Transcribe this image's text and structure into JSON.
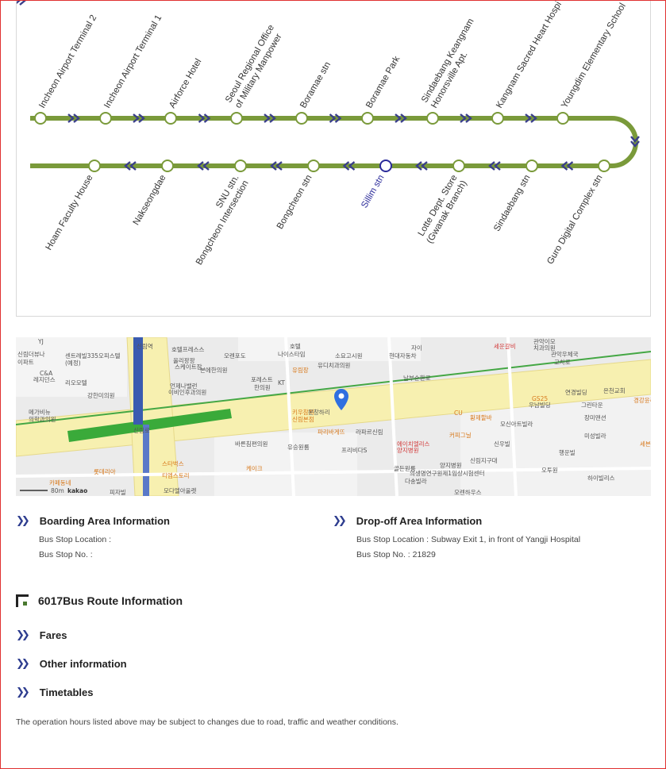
{
  "route": {
    "line_color": "#7a9a3a",
    "arrow_color": "#3a3f8a",
    "current_stop_color": "#2b2b9a",
    "top_stops": [
      "Incheon Airport Terminal 2",
      "Incheon Airport Terminal 1",
      "Airforce Hotel",
      "Seoul Regional Office|of Military Manpower",
      "Boramae stn",
      "Boramae Park",
      "Sindaebang Keangnam|Honorsville Apt.",
      "Kangnam Sacred Heart Hospi",
      "Youngdim Elementary School"
    ],
    "bottom_stops": [
      "Hoam Faculty House",
      "Nakseongdae",
      "SNU stn.|Bongcheon Intersection",
      "Bongcheon stn",
      "Sillim stn",
      "Lotte Dept. Store|(Gwanak Branch)",
      "Sindaebang stn",
      "Guro Digital Complex stn"
    ],
    "current_stop": "Sillim stn"
  },
  "map": {
    "labels": [
      {
        "t": "YJ",
        "c": ""
      },
      {
        "t": "신림더뷰나",
        "c": ""
      },
      {
        "t": "이파트",
        "c": ""
      },
      {
        "t": "센트레빌335오피스텔",
        "c": ""
      },
      {
        "t": "(예정)",
        "c": ""
      },
      {
        "t": "C&A",
        "c": ""
      },
      {
        "t": "레지던스",
        "c": ""
      },
      {
        "t": "리오모텔",
        "c": ""
      },
      {
        "t": "강한미의원",
        "c": ""
      },
      {
        "t": "메가비뉴",
        "c": ""
      },
      {
        "t": "의학과의원",
        "c": ""
      },
      {
        "t": "호텔프레스스",
        "c": ""
      },
      {
        "t": "올리팡팡",
        "c": ""
      },
      {
        "t": "스케이트장",
        "c": ""
      },
      {
        "t": "오렌포도",
        "c": ""
      },
      {
        "t": "본에한의원",
        "c": ""
      },
      {
        "t": "언제나밸런",
        "c": ""
      },
      {
        "t": "이비인후과의원",
        "c": ""
      },
      {
        "t": "포레스트",
        "c": ""
      },
      {
        "t": "한의원",
        "c": ""
      },
      {
        "t": "KT",
        "c": ""
      },
      {
        "t": "호텔",
        "c": ""
      },
      {
        "t": "나이스타임",
        "c": ""
      },
      {
        "t": "유림장",
        "c": "orange"
      },
      {
        "t": "유디치과의원",
        "c": ""
      },
      {
        "t": "소요고시원",
        "c": ""
      },
      {
        "t": "현대자동차",
        "c": ""
      },
      {
        "t": "자이",
        "c": ""
      },
      {
        "t": "세운갈비",
        "c": "red"
      },
      {
        "t": "관악이모",
        "c": ""
      },
      {
        "t": "치과의원",
        "c": ""
      },
      {
        "t": "관악우체국",
        "c": ""
      },
      {
        "t": "교차로",
        "c": ""
      },
      {
        "t": "연경빌딩",
        "c": ""
      },
      {
        "t": "은천교회",
        "c": ""
      },
      {
        "t": "GS25",
        "c": "orange"
      },
      {
        "t": "그린타운",
        "c": ""
      },
      {
        "t": "경강윤리신협",
        "c": "orange"
      },
      {
        "t": "우남빌딩",
        "c": ""
      },
      {
        "t": "키우참치",
        "c": "orange"
      },
      {
        "t": "신림본점",
        "c": "orange"
      },
      {
        "t": "문창하리",
        "c": ""
      },
      {
        "t": "파리바게뜨",
        "c": "orange"
      },
      {
        "t": "라파르신림",
        "c": ""
      },
      {
        "t": "CU",
        "c": "orange"
      },
      {
        "t": "황제할바",
        "c": "orange"
      },
      {
        "t": "모신아트빌라",
        "c": ""
      },
      {
        "t": "장미맨션",
        "c": ""
      },
      {
        "t": "바른침편의원",
        "c": ""
      },
      {
        "t": "유승원룸",
        "c": ""
      },
      {
        "t": "프리비다S",
        "c": ""
      },
      {
        "t": "에이치엘리스",
        "c": "red"
      },
      {
        "t": "양지병원",
        "c": "red"
      },
      {
        "t": "커피그닐",
        "c": "orange"
      },
      {
        "t": "신우빌",
        "c": ""
      },
      {
        "t": "미성빌라",
        "c": ""
      },
      {
        "t": "세븐일레븐",
        "c": "orange"
      },
      {
        "t": "신림지구대",
        "c": ""
      },
      {
        "t": "행운빌",
        "c": ""
      },
      {
        "t": "골든원룸",
        "c": ""
      },
      {
        "t": "양지병원",
        "c": ""
      },
      {
        "t": "의생명연구원제1임상시험센터",
        "c": ""
      },
      {
        "t": "오투원",
        "c": ""
      },
      {
        "t": "하이빌리스",
        "c": ""
      },
      {
        "t": "다송빌라",
        "c": ""
      },
      {
        "t": "오렌하우스",
        "c": ""
      },
      {
        "t": "티엠스토리",
        "c": "orange"
      },
      {
        "t": "스타벅스",
        "c": "orange"
      },
      {
        "t": "롯데리아",
        "c": "orange"
      },
      {
        "t": "카페동네",
        "c": "orange"
      },
      {
        "t": "피자빌",
        "c": ""
      },
      {
        "t": "모다엘아울렛",
        "c": ""
      },
      {
        "t": "케이크",
        "c": "orange"
      },
      {
        "t": "남부순환로",
        "c": ""
      },
      {
        "t": "신림역",
        "c": ""
      },
      {
        "t": "신림로",
        "c": ""
      }
    ],
    "scale_label": "80m",
    "brand_label": "kakao"
  },
  "boarding": {
    "title": "Boarding Area Information",
    "location": "Bus Stop Location :",
    "number": "Bus Stop No. :"
  },
  "dropoff": {
    "title": "Drop-off Area Information",
    "location": "Bus Stop Location : Subway Exit 1, in front of Yangji Hospital",
    "number": "Bus Stop No. : 21829"
  },
  "route_info": {
    "title": "6017Bus Route Information"
  },
  "links": {
    "fares": "Fares",
    "other": "Other information",
    "timetables": "Timetables"
  },
  "chevron": "❯❯",
  "notice": "The operation hours listed above may be subject to changes due to road, traffic and weather conditions."
}
